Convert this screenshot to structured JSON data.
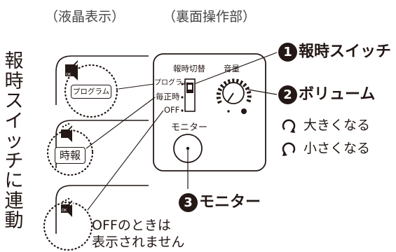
{
  "captions": {
    "lcd": "（液晶表示）",
    "rear": "（裏面操作部）"
  },
  "vertical_caption": "報時スイッチに連動",
  "lcd_panels": [
    {
      "label": "プログラム"
    },
    {
      "label": "時報"
    },
    {
      "label": ""
    }
  ],
  "panel": {
    "switch_title": "報時切替",
    "switch_positions": [
      "プログラム",
      "毎正時",
      "OFF"
    ],
    "volume_title": "音量",
    "monitor_title": "モニター"
  },
  "callouts": [
    {
      "number": "1",
      "text": "報時スイッチ"
    },
    {
      "number": "2",
      "text": "ボリューム"
    },
    {
      "number": "3",
      "text": "モニター"
    }
  ],
  "volume_notes": [
    {
      "text": "大きくなる"
    },
    {
      "text": "小さくなる"
    }
  ],
  "off_note": [
    "OFFのときは",
    "表示されません"
  ],
  "icons": [
    "speaker-icon",
    "clockwise-arrow-icon",
    "counterclockwise-arrow-icon"
  ]
}
